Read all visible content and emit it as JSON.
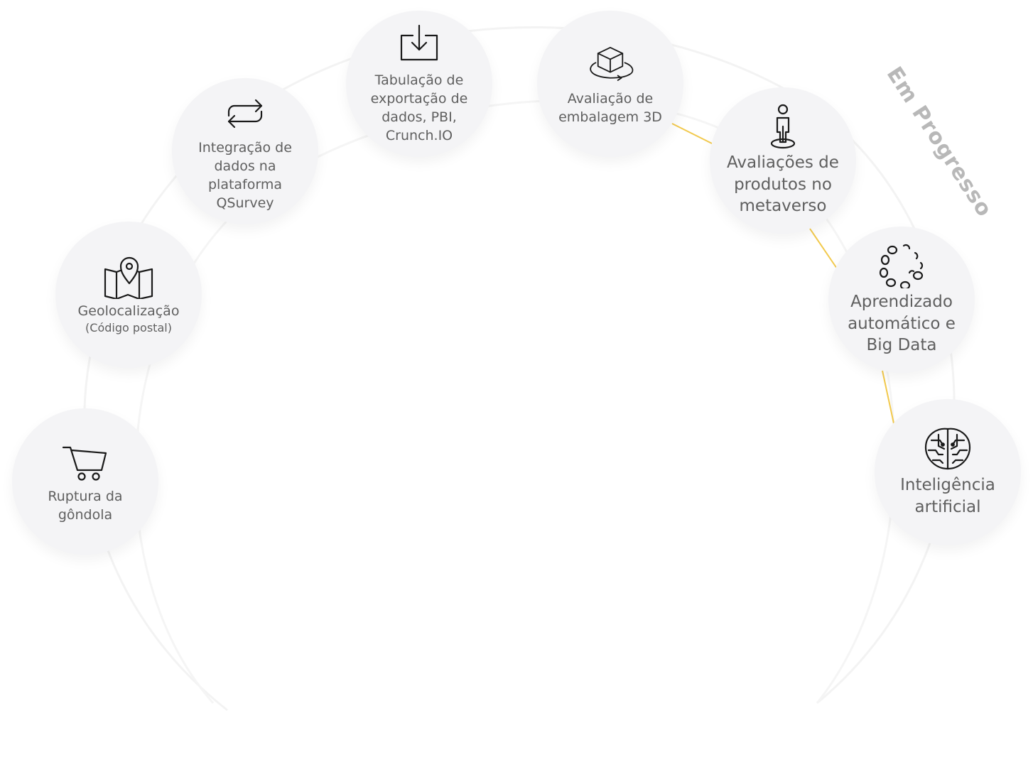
{
  "status_label": "Em Progresso",
  "colors": {
    "node_background": "#f4f4f6",
    "text": "#5f5f5f",
    "arc": "#f3f3f3",
    "progress_connector": "#f2c94c",
    "status_label": "#b8b8b8",
    "icon_stroke": "#1a1a1a"
  },
  "nodes": [
    {
      "id": "ruptura",
      "icon": "shopping-cart-icon",
      "label": "Ruptura da gôndola",
      "sub": ""
    },
    {
      "id": "geo",
      "icon": "map-pin-icon",
      "label": "Geolocalização",
      "sub": "(Código postal)"
    },
    {
      "id": "integracao",
      "icon": "repeat-arrows-icon",
      "label": "Integração de dados na plataforma QSurvey",
      "sub": ""
    },
    {
      "id": "tabulacao",
      "icon": "download-tray-icon",
      "label": "Tabulação de exportação de dados, PBI, Crunch.IO",
      "sub": ""
    },
    {
      "id": "embalagem",
      "icon": "rotating-cube-icon",
      "label": "Avaliação de embalagem 3D",
      "sub": ""
    },
    {
      "id": "metaverso",
      "icon": "avatar-on-platform-icon",
      "label": "Avaliações de produtos no metaverso",
      "sub": ""
    },
    {
      "id": "ml",
      "icon": "circle-of-dots-icon",
      "label": "Aprendizado automático e Big Data",
      "sub": ""
    },
    {
      "id": "ia",
      "icon": "brain-circuit-icon",
      "label": "Inteligência artificial",
      "sub": ""
    }
  ]
}
